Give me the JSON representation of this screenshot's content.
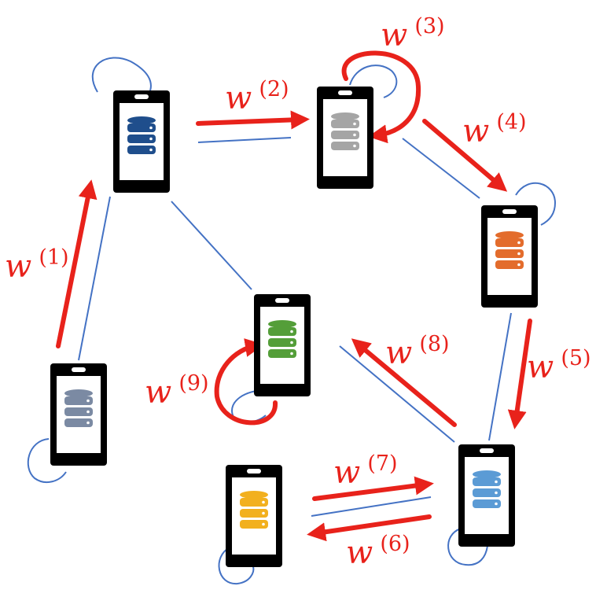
{
  "diagram": {
    "colors": {
      "link": "#4472c4",
      "arrow": "#e8221b",
      "phone": "#000000",
      "screen": "#ffffff"
    },
    "devices": [
      {
        "id": "p1",
        "db_color": "#7b8aa3",
        "icon": "database-icon"
      },
      {
        "id": "p2",
        "db_color": "#1f4e8c",
        "icon": "database-icon"
      },
      {
        "id": "p3",
        "db_color": "#a5a5a5",
        "icon": "database-icon"
      },
      {
        "id": "p4",
        "db_color": "#e36c2c",
        "icon": "database-icon"
      },
      {
        "id": "p5",
        "db_color": "#5b9bd5",
        "icon": "database-icon"
      },
      {
        "id": "p6",
        "db_color": "#f2b01e",
        "icon": "database-icon"
      },
      {
        "id": "p7",
        "db_color": "#549e39",
        "icon": "database-icon"
      }
    ],
    "edges": [
      [
        "p1",
        "p2"
      ],
      [
        "p2",
        "p3"
      ],
      [
        "p2",
        "p7"
      ],
      [
        "p3",
        "p4"
      ],
      [
        "p4",
        "p5"
      ],
      [
        "p5",
        "p7"
      ],
      [
        "p5",
        "p6"
      ]
    ],
    "labels": [
      {
        "base": "w",
        "sup": "(1)"
      },
      {
        "base": "w",
        "sup": "(2)"
      },
      {
        "base": "w",
        "sup": "(3)"
      },
      {
        "base": "w",
        "sup": "(4)"
      },
      {
        "base": "w",
        "sup": "(5)"
      },
      {
        "base": "w",
        "sup": "(6)"
      },
      {
        "base": "w",
        "sup": "(7)"
      },
      {
        "base": "w",
        "sup": "(8)"
      },
      {
        "base": "w",
        "sup": "(9)"
      }
    ]
  }
}
